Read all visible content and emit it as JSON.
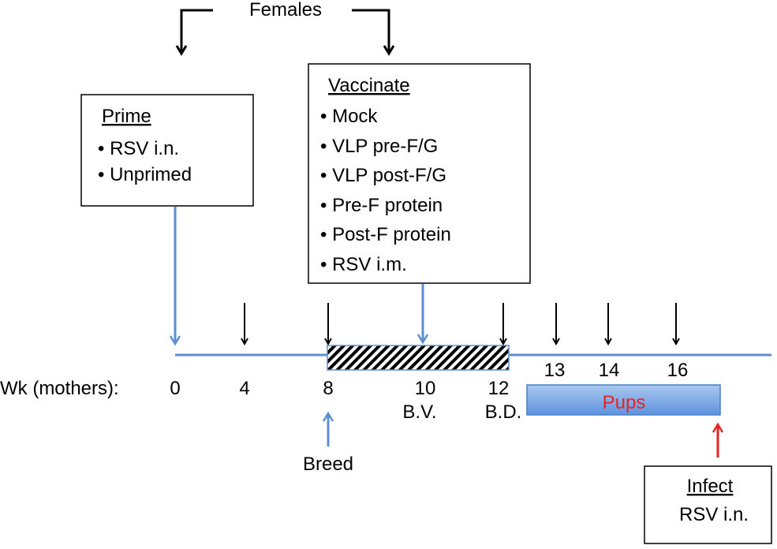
{
  "header": {
    "label": "Females"
  },
  "prime_box": {
    "title": "Prime",
    "items": [
      "• RSV i.n.",
      "• Unprimed"
    ]
  },
  "vaccinate_box": {
    "title": "Vaccinate",
    "items": [
      "• Mock",
      "• VLP pre-F/G",
      "• VLP post-F/G",
      "• Pre-F protein",
      "• Post-F protein",
      "• RSV i.m."
    ]
  },
  "timeline": {
    "axis_label": "Wk (mothers):",
    "ticks_below": [
      "0",
      "4",
      "8",
      "10",
      "12"
    ],
    "ticks_above": [
      "13",
      "14",
      "16"
    ],
    "bv_label": "B.V.",
    "bd_label": "B.D."
  },
  "pups": {
    "label": "Pups"
  },
  "breed": {
    "label": "Breed"
  },
  "infect_box": {
    "title": "Infect",
    "subtitle": "RSV i.n."
  },
  "colors": {
    "timeline_blue": "#5b8fd0",
    "pups_text_red": "#e8231f",
    "infect_arrow_red": "#e8231f",
    "pups_fill_top": "#a9c8f0",
    "pups_fill_bottom": "#5d94dd"
  }
}
